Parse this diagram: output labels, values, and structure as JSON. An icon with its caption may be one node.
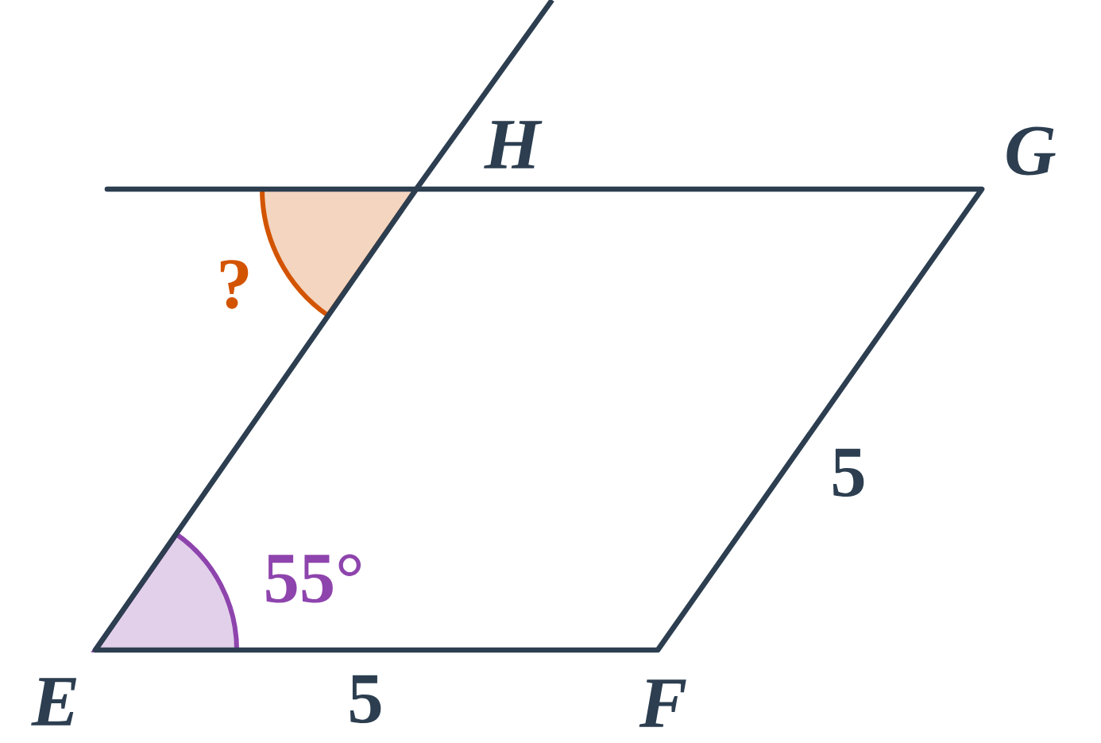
{
  "diagram": {
    "labels": [
      "H",
      "G",
      "?",
      "5",
      "55°",
      "E",
      "5",
      "F"
    ]
  }
}
